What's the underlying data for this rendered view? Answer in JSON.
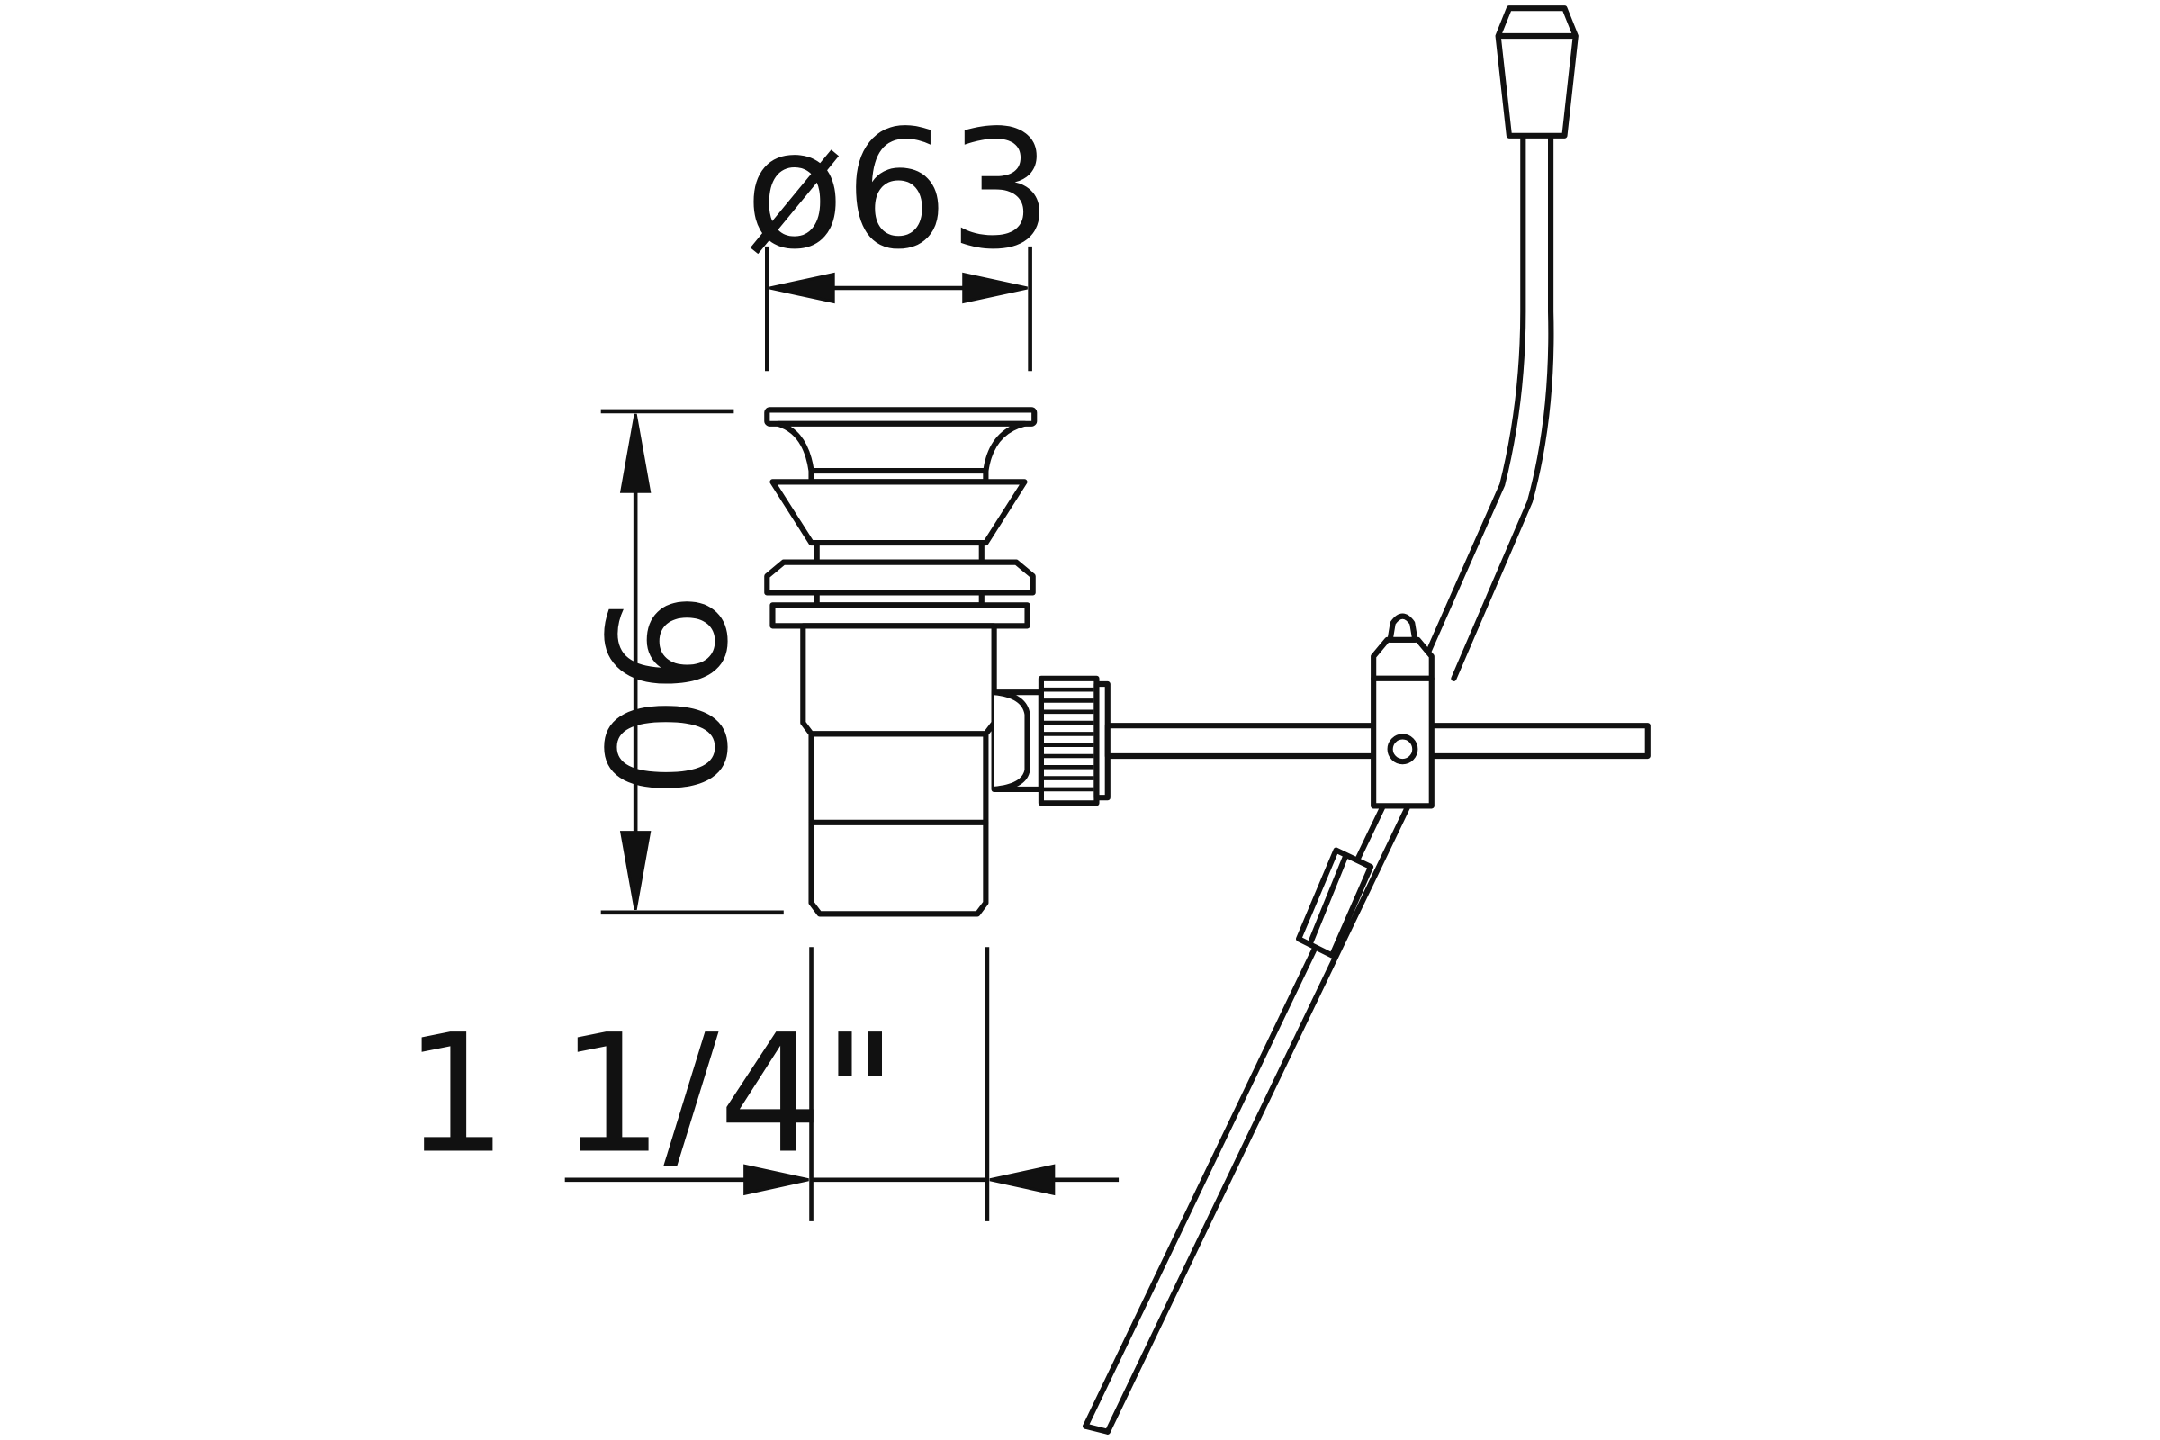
{
  "dimensions": {
    "diameter_label": "ø63",
    "height_label": "90",
    "thread_label": "1 1/4\""
  },
  "colors": {
    "line": "#111111",
    "background": "#ffffff"
  }
}
